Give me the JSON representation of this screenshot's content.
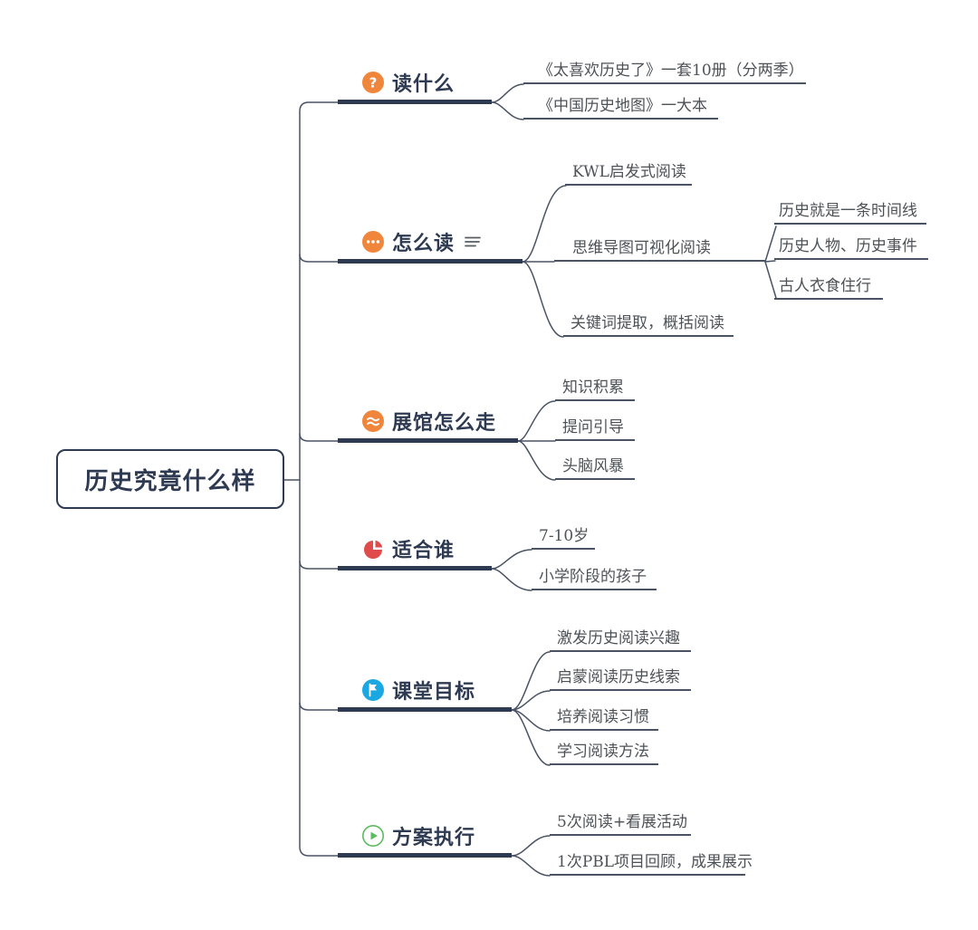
{
  "diagram": {
    "type": "mindmap",
    "colors": {
      "line_dark_navy": "#2E3A52",
      "thin_line": "#4A5364",
      "leaf_text": "#4D5257",
      "orange": "#EF863C",
      "red": "#E04B4B",
      "blue": "#1BA7E2",
      "green": "#5CBB5F",
      "background": "#FFFFFF"
    },
    "root": {
      "label": "历史究竟什么样"
    },
    "branches": [
      {
        "label": "读什么",
        "icon": "question-circle-icon",
        "icon_color": "#EF863C",
        "children": [
          {
            "label": "《太喜欢历史了》一套10册（分两季）"
          },
          {
            "label": "《中国历史地图》一大本"
          }
        ]
      },
      {
        "label": "怎么读",
        "icon": "ellipsis-circle-icon",
        "icon_color": "#EF863C",
        "marker": "notes-icon",
        "children": [
          {
            "label": "KWL启发式阅读"
          },
          {
            "label": "思维导图可视化阅读",
            "children": [
              {
                "label": "历史就是一条时间线"
              },
              {
                "label": "历史人物、历史事件"
              },
              {
                "label": "古人衣食住行"
              }
            ]
          },
          {
            "label": "关键词提取，概括阅读"
          }
        ]
      },
      {
        "label": "展馆怎么走",
        "icon": "waves-circle-icon",
        "icon_color": "#EF863C",
        "children": [
          {
            "label": "知识积累"
          },
          {
            "label": "提问引导"
          },
          {
            "label": "头脑风暴"
          }
        ]
      },
      {
        "label": "适合谁",
        "icon": "pie-chart-icon",
        "icon_color": "#E04B4B",
        "children": [
          {
            "label": "7-10岁"
          },
          {
            "label": "小学阶段的孩子"
          }
        ]
      },
      {
        "label": "课堂目标",
        "icon": "flag-circle-icon",
        "icon_color": "#1BA7E2",
        "children": [
          {
            "label": "激发历史阅读兴趣"
          },
          {
            "label": "启蒙阅读历史线索"
          },
          {
            "label": "培养阅读习惯"
          },
          {
            "label": "学习阅读方法"
          }
        ]
      },
      {
        "label": "方案执行",
        "icon": "play-circle-icon",
        "icon_color": "#5CBB5F",
        "children": [
          {
            "label": "5次阅读+看展活动"
          },
          {
            "label": "1次PBL项目回顾，成果展示"
          }
        ]
      }
    ]
  }
}
